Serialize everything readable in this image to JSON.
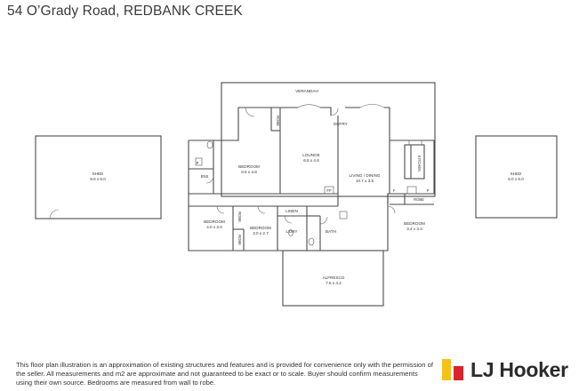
{
  "title": "54 O’Grady Road, REDBANK CREEK",
  "rooms": {
    "verandah": "VERANDAH",
    "entry": "ENTRY",
    "lounge": "LOUNGE",
    "lounge_size": "6.5 x 4.6",
    "living": "LIVING / DINING",
    "living_size": "10.7 x 3.5",
    "kitchen": "KITCHEN",
    "bed_main": "BEDROOM",
    "bed_main_size": "6.5 x 4.8",
    "ens": "ENS",
    "robe": "ROBE",
    "bed_w": "BEDROOM",
    "bed_w_size": "4.0 x 3.0",
    "bed_m": "BEDROOM",
    "bed_m_size": "3.0 x 2.7",
    "linen": "LINEN",
    "ldry": "L’DRY",
    "bath": "BATH",
    "bed_e": "BEDROOM",
    "bed_e_size": "3.4 x 3.4",
    "alfresco": "ALFRESCO",
    "alfresco_size": "7.5 x 4.2",
    "shed_l": "SHED",
    "shed_l_size": "9.0 x 6.0",
    "shed_r": "SHED",
    "shed_r_size": "6.0 x 6.0",
    "fp": "FP",
    "p": "P",
    "f": "F"
  },
  "disclaimer": "This floor plan illustration is an approximation of existing structures and features and is provided for convenience only with the permission of the seller. All measurements and m2 are approximate and not guaranteed to be exact or to scale. Buyer should confirm measurements using their own source. Bedrooms are measured from wall to robe.",
  "logo_text": "LJ Hooker",
  "colors": {
    "logo_yellow": "#f6c21a",
    "logo_red": "#d9232e",
    "wall": "#4a4a4a"
  }
}
